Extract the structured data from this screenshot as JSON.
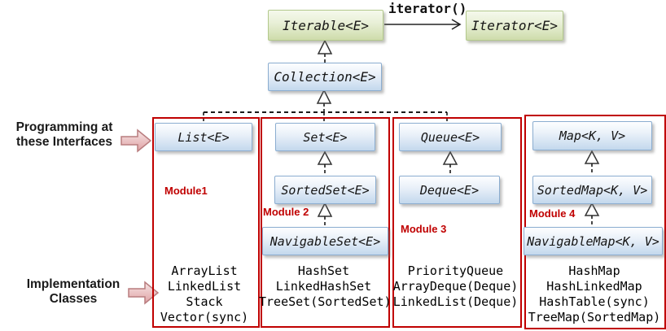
{
  "title_boxes": {
    "iterable": "Iterable<E>",
    "iterator": "Iterator<E>",
    "iterator_method": "iterator()",
    "collection": "Collection<E>"
  },
  "annotations": {
    "interfaces_line1": "Programming at",
    "interfaces_line2": "these Interfaces",
    "implementation_line1": "Implementation",
    "implementation_line2": "Classes"
  },
  "modules": [
    {
      "label": "Module1",
      "interfaces": [
        "List<E>"
      ],
      "classes": [
        "ArrayList",
        "LinkedList",
        "Stack",
        "Vector(sync)"
      ]
    },
    {
      "label": "Module 2",
      "interfaces": [
        "Set<E>",
        "SortedSet<E>",
        "NavigableSet<E>"
      ],
      "classes": [
        "HashSet",
        "LinkedHashSet",
        "TreeSet(SortedSet)"
      ]
    },
    {
      "label": "Module 3",
      "interfaces": [
        "Queue<E>",
        "Deque<E>"
      ],
      "classes": [
        "PriorityQueue",
        "ArrayDeque(Deque)",
        "LinkedList(Deque)"
      ]
    },
    {
      "label": "Module 4",
      "interfaces": [
        "Map<K, V>",
        "SortedMap<K, V>",
        "NavigableMap<K, V>"
      ],
      "classes": [
        "HashMap",
        "HashLinkedMap",
        "HashTable(sync)",
        "TreeMap(SortedMap)"
      ]
    }
  ],
  "colors": {
    "module_border": "#c00000",
    "module_label": "#c00000",
    "interface_box_border": "#8badd0",
    "interface_box_fill": "#c3d8ed",
    "top_box_border": "#b3c98c",
    "top_box_fill": "#cedcab",
    "connector": "#1a1a1a",
    "block_arrow_fill": "#e9b9bb",
    "block_arrow_border": "#b97d7f"
  }
}
